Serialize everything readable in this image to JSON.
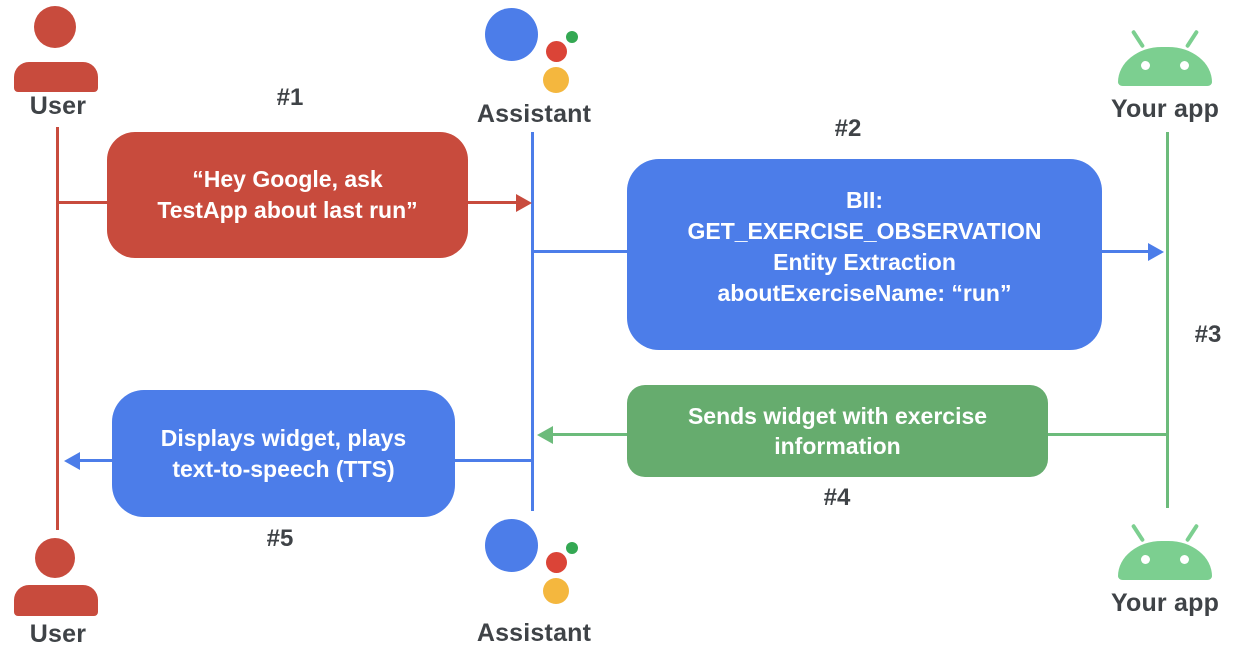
{
  "diagram_type": "sequence-flow",
  "actors": {
    "user_top": "User",
    "assistant_top": "Assistant",
    "app_top": "Your app",
    "user_bottom": "User",
    "assistant_bottom": "Assistant",
    "app_bottom": "Your app"
  },
  "steps": {
    "s1": "#1",
    "s2": "#2",
    "s3": "#3",
    "s4": "#4",
    "s5": "#5"
  },
  "messages": {
    "m1": "“Hey Google, ask\nTestApp about last run”",
    "m2": "BII:\nGET_EXERCISE_OBSERVATION\nEntity Extraction\naboutExerciseName: “run”",
    "m4": "Sends widget with exercise\ninformation",
    "m5": "Displays widget, plays\ntext-to-speech (TTS)"
  },
  "icons": {
    "user": "person-icon",
    "assistant": "google-assistant-icon",
    "app": "android-robot-icon"
  },
  "colors": {
    "red": "#C84B3D",
    "blue": "#4C7DE9",
    "green_box": "#66AC6E",
    "green_line": "#6CBB7B",
    "android_green": "#7CCF90",
    "assistant_red_dot": "#DB4437",
    "assistant_yellow_dot": "#F4B73E",
    "assistant_green_dot": "#34A853",
    "label_gray": "#3F4347",
    "message_text": "#FFFFFF"
  }
}
